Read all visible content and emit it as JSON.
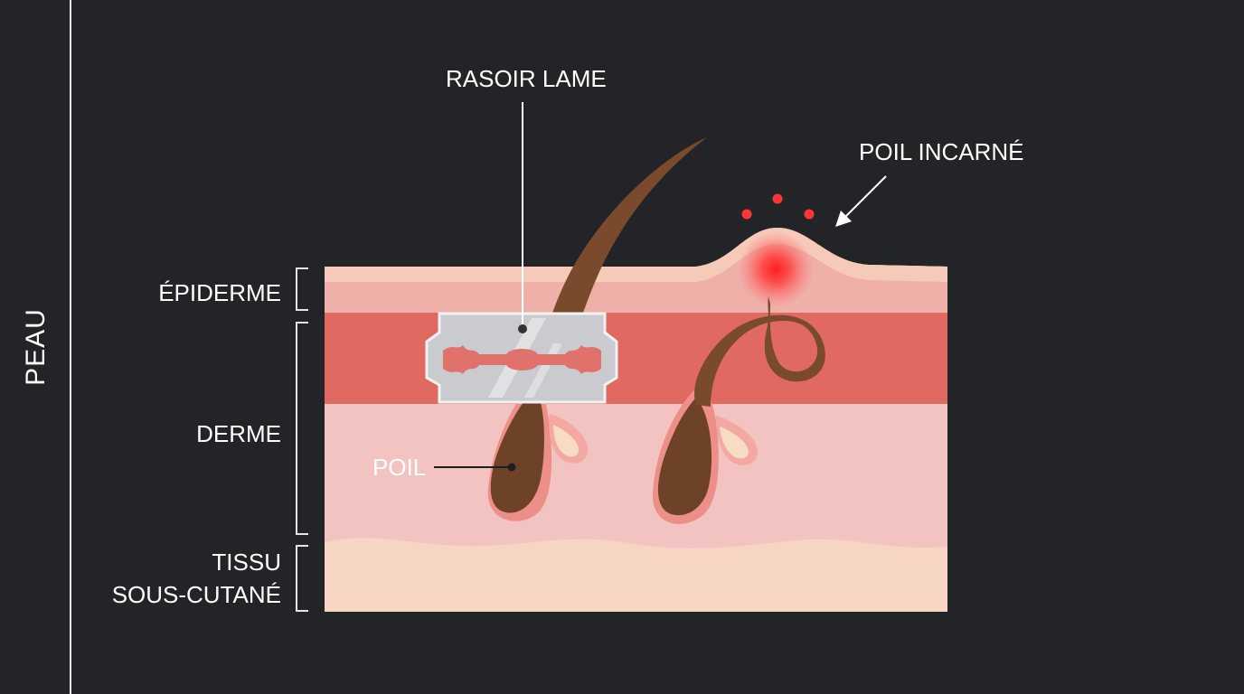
{
  "side_title": "PEAU",
  "labels": {
    "razor": "RASOIR LAME",
    "ingrown": "POIL INCARNÉ",
    "epidermis": "ÉPIDERME",
    "dermis": "DERME",
    "hair": "POIL",
    "subcutaneous_line1": "TISSU",
    "subcutaneous_line2": "SOUS-CUTANÉ"
  },
  "colors": {
    "background": "#232427",
    "epidermis": "#efb0aa",
    "dermis_upper": "#e06a62",
    "dermis_lower": "#f2c3c0",
    "subcutaneous": "#f6d5c3",
    "hair": "#7a4a2c",
    "inflammation": "#ff2a2a"
  }
}
